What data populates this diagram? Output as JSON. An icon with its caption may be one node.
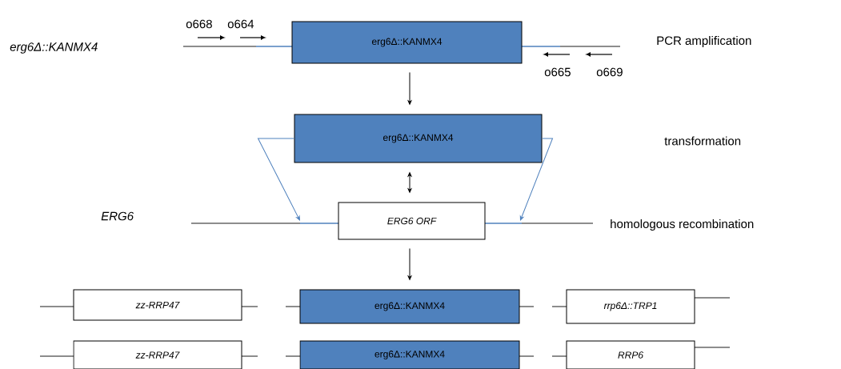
{
  "diagram": {
    "nodes": [
      {
        "text": [
          "erg6Δ::KANMX4"
        ]
      },
      {
        "text": [
          "erg6Δ::KANMX4"
        ]
      },
      {
        "text": [
          "ERG6 ORF"
        ]
      },
      {
        "text": [
          "zz-RRP47"
        ]
      },
      {
        "text": [
          "erg6Δ::KANMX4"
        ]
      },
      {
        "text": [
          "rrp6Δ::TRP1"
        ]
      },
      {
        "text": [
          "zz-RRP47"
        ]
      },
      {
        "text": [
          "erg6Δ::KANMX4"
        ]
      },
      {
        "text": [
          "RRP6"
        ]
      }
    ],
    "edges": [
      {
        "from": 0,
        "to": 1,
        "arrow": "to"
      },
      {
        "from": 1,
        "to": 2,
        "arrow": "both"
      },
      {
        "from": 1,
        "to": null,
        "arrow": "to",
        "color": "#4f81bd"
      },
      {
        "from": 1,
        "to": null,
        "arrow": "to",
        "color": "#4f81bd"
      },
      {
        "from": 2,
        "to": 4,
        "arrow": "to"
      }
    ],
    "labels": [
      "erg6Δ::KANMX4",
      "o668",
      "o664",
      "o665",
      "o669",
      "PCR amplification",
      "transformation",
      "ERG6",
      "homologous recombination"
    ]
  }
}
